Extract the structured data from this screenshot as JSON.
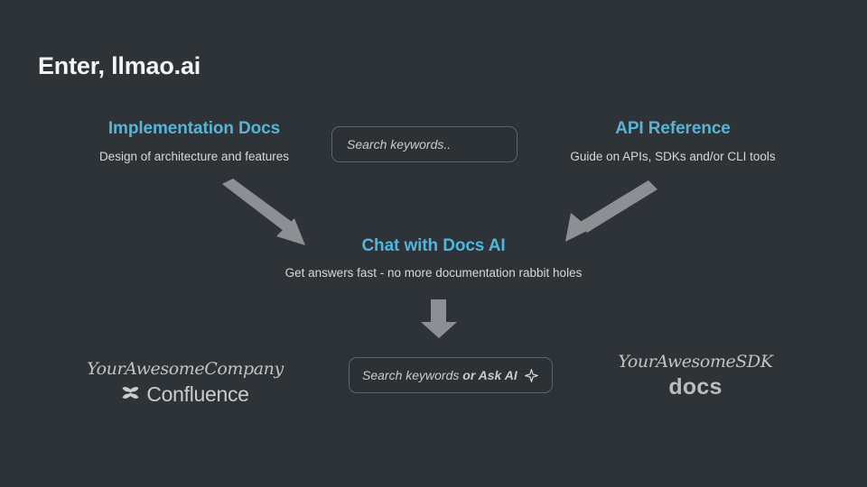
{
  "slide": {
    "title": "Enter, llmao.ai",
    "background_color": "#2e3338",
    "accent_color": "#5bb3d4",
    "accent_color_center": "#4fb6dd",
    "text_color": "#d6d9db"
  },
  "columns": {
    "left": {
      "heading": "Implementation Docs",
      "subtitle": "Design of architecture and features"
    },
    "right": {
      "heading": "API Reference",
      "subtitle": "Guide on APIs, SDKs and/or CLI tools"
    }
  },
  "center": {
    "heading": "Chat with Docs AI",
    "subtitle": "Get answers fast - no more documentation rabbit holes"
  },
  "search_top": {
    "placeholder": "Search keywords..",
    "value": ""
  },
  "search_bottom": {
    "placeholder_regular": "Search keywords",
    "placeholder_strong": "or Ask AI",
    "icon": "sparkle-icon",
    "value": ""
  },
  "brands": {
    "confluence": {
      "script_text": "YourAwesomeCompany",
      "product": "Confluence",
      "icon": "confluence-logo-icon"
    },
    "sdk_docs": {
      "script_text": "YourAwesomeSDK",
      "product": "docs"
    }
  },
  "arrows": [
    {
      "name": "arrow-left-to-center",
      "direction": "down-right"
    },
    {
      "name": "arrow-right-to-center",
      "direction": "down-left"
    },
    {
      "name": "arrow-center-to-search",
      "direction": "down"
    }
  ]
}
